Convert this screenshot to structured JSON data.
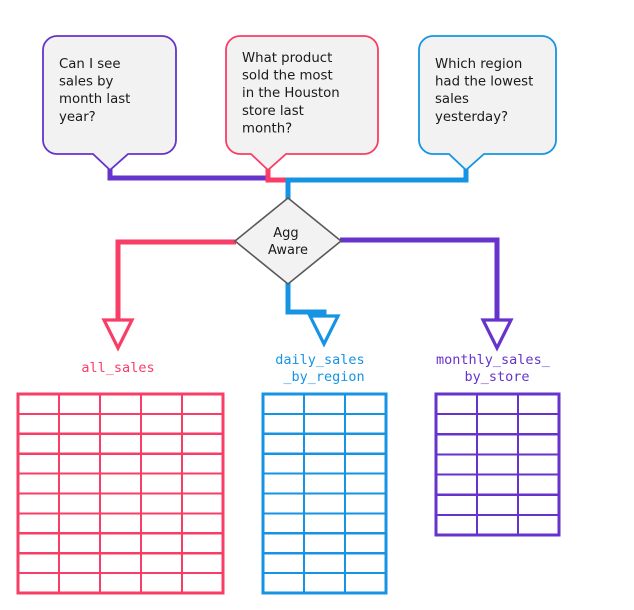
{
  "diagram": {
    "title": "Agg Aware routing diagram",
    "colors": {
      "purple": "#6633CC",
      "pink": "#F83E66",
      "blue": "#1694E3",
      "bubble_fill": "#F2F2F2",
      "diamond_fill": "#F2F2F2",
      "diamond_stroke": "#595959",
      "text": "#1A1A1A",
      "background": "#FFFFFF"
    }
  },
  "questions": [
    {
      "id": "question-month-last-year",
      "color": "#6633CC",
      "lines": [
        "Can I see",
        "sales by",
        "month last",
        "year?"
      ],
      "routes_to": "monthly_sales_by_store"
    },
    {
      "id": "question-houston-store",
      "color": "#F83E66",
      "lines": [
        "What product",
        "sold the most",
        "in the Houston",
        "store last",
        "month?"
      ],
      "routes_to": "all_sales"
    },
    {
      "id": "question-lowest-region",
      "color": "#1694E3",
      "lines": [
        "Which region",
        "had the lowest",
        "sales",
        "yesterday?"
      ],
      "routes_to": "daily_sales_by_region"
    }
  ],
  "decision_node": {
    "id": "agg-aware",
    "lines": [
      "Agg",
      "Aware"
    ],
    "shape": "diamond"
  },
  "tables": [
    {
      "id": "all-sales",
      "label_lines": [
        "all_sales"
      ],
      "color": "#F83E66",
      "columns": 5,
      "rows": 10
    },
    {
      "id": "daily-sales-by-region",
      "label_lines": [
        "daily_sales",
        "_by_region"
      ],
      "color": "#1694E3",
      "columns": 3,
      "rows": 10
    },
    {
      "id": "monthly-sales-by-store",
      "label_lines": [
        "monthly_sales_",
        "by_store"
      ],
      "color": "#6633CC",
      "columns": 3,
      "rows": 7
    }
  ],
  "connectors": [
    {
      "id": "connector-purple-in",
      "color": "#6633CC",
      "from": "question-month-last-year",
      "to": "agg-aware"
    },
    {
      "id": "connector-pink-in",
      "color": "#F83E66",
      "from": "question-houston-store",
      "to": "agg-aware"
    },
    {
      "id": "connector-blue-in",
      "color": "#1694E3",
      "from": "question-lowest-region",
      "to": "agg-aware"
    },
    {
      "id": "connector-pink-out",
      "color": "#F83E66",
      "from": "agg-aware",
      "to": "all-sales",
      "arrowhead": "hollow-triangle"
    },
    {
      "id": "connector-blue-out",
      "color": "#1694E3",
      "from": "agg-aware",
      "to": "daily-sales-by-region",
      "arrowhead": "hollow-triangle"
    },
    {
      "id": "connector-purple-out",
      "color": "#6633CC",
      "from": "agg-aware",
      "to": "monthly-sales-by-store",
      "arrowhead": "hollow-triangle"
    }
  ]
}
